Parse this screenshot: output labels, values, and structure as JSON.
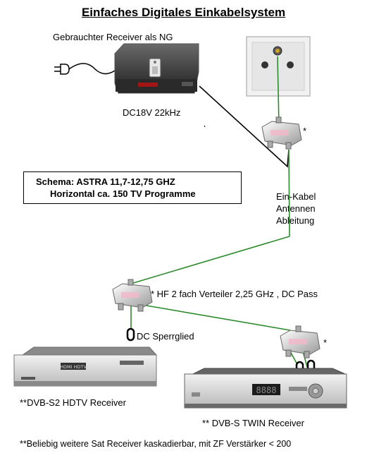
{
  "title": "Einfaches Digitales Einkabelsystem",
  "labels": {
    "used_receiver": "Gebrauchter Receiver als NG",
    "dc_supply": "DC18V 22kHz",
    "splitter_top_mark": "*",
    "cable_line1": "Ein-Kabel",
    "cable_line2": "Antennen",
    "cable_line3": "Ableitung",
    "splitter_middle": "* HF 2 fach Verteiler 2,25 GHz , DC Pass",
    "dc_block": "DC Sperrglied",
    "splitter_right_mark": "*",
    "hdtv_receiver": "**DVB-S2 HDTV Receiver",
    "twin_receiver": "** DVB-S TWIN Receiver",
    "footnote": "**Beliebig weitere Sat Receiver kaskadierbar, mit ZF Verstärker < 200"
  },
  "schema": {
    "line1": "Schema: ASTRA 11,7-12,75 GHZ",
    "line2": "Horizontal ca. 150 TV Programme"
  },
  "devices": {
    "hdtv_panel_text": "HDMI HDTV",
    "twin_display": "8888"
  },
  "colors": {
    "cable": "#2e8b2e",
    "black_wire": "#000000"
  }
}
